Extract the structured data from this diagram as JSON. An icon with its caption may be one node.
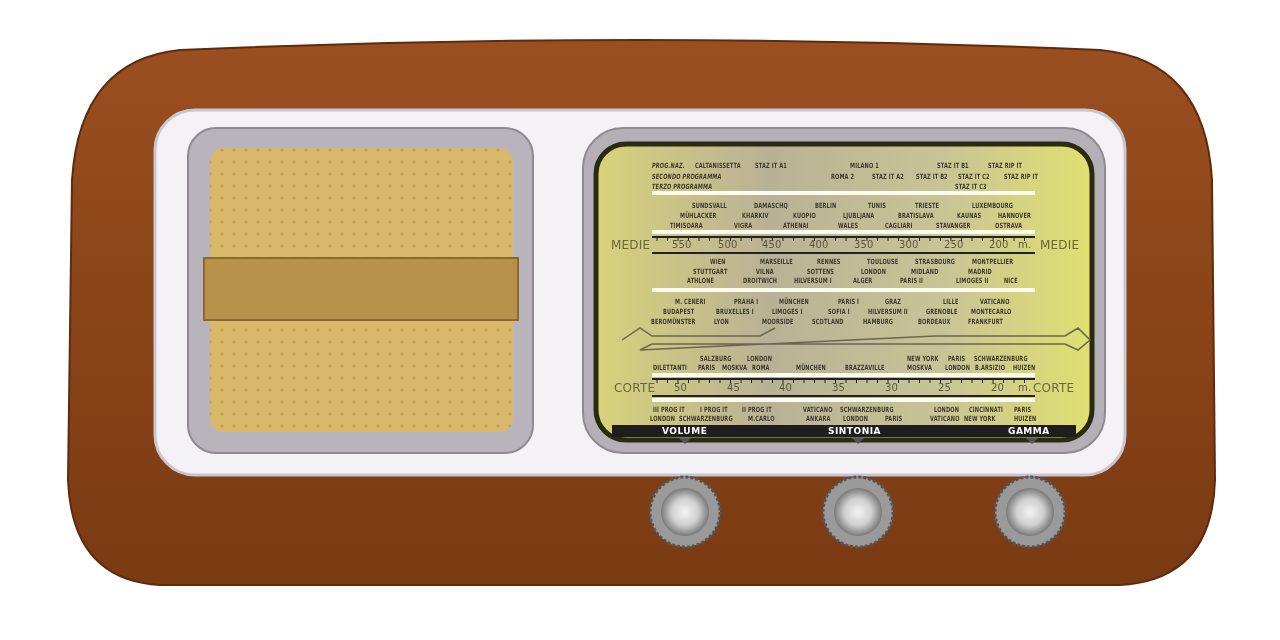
{
  "diagram": {
    "labels": [
      "PROG.NAZ.",
      "CALTANISSETTA",
      "STAZ IT A1",
      "MILANO 1",
      "STAZ IT B1",
      "STAZ RIP IT",
      "SECONDO PROGRAMMA",
      "ROMA 2",
      "STAZ IT A2",
      "STAZ IT B2",
      "STAZ IT C2",
      "STAZ RIP IT",
      "TERZO PROGRAMMA",
      "STAZ IT C3",
      "SUNDSVALL",
      "DAMASCHQ",
      "BERLIN",
      "TUNIS",
      "TRIESTE",
      "LUXEMBOURG",
      "MÜHLACKER",
      "KHARKIV",
      "KUOPIO",
      "LJUBLJANA",
      "BRATISLAVA",
      "KAUNAS",
      "HANNOVER",
      "TIMISOARA",
      "VIGRA",
      "ATHENAI",
      "WALES",
      "CAGLIARI",
      "STAVANGER",
      "OSTRAVA",
      "MEDIE",
      "550",
      "500",
      "450",
      "400",
      "350",
      "300",
      "250",
      "200",
      "m.",
      "MEDIE",
      "WIEN",
      "MARSEILLE",
      "RENNES",
      "TOULOUSE",
      "STRASBOURG",
      "MONTPELLIER",
      "STUTTGART",
      "VILNA",
      "SOTTENS",
      "LONDON",
      "MIDLAND",
      "MADRID",
      "ATHLONE",
      "DROITWICH",
      "HILVERSUM I",
      "ALGER",
      "PARIS II",
      "LIMOGES II",
      "NICE",
      "M. CENERI",
      "PRAHA I",
      "MÜNCHEN",
      "PARIS I",
      "GRAZ",
      "LILLE",
      "VATICANO",
      "BUDAPEST",
      "BRUXELLES I",
      "LIMOGES I",
      "SOFIA I",
      "HILVERSUM II",
      "GRENOBLE",
      "MONTECARLO",
      "BEROMÜNSTER",
      "LYON",
      "MOORSIDE",
      "SCOTLAND",
      "HAMBURG",
      "BORDEAUX",
      "FRANKFURT",
      "SALZBURG",
      "LONDON",
      "NEW YORK",
      "PARIS",
      "SCHWARZENBURG",
      "DILETTANTI",
      "PARIS",
      "MOSKVA",
      "ROMA",
      "MÜNCHEN",
      "BRAZZAVILLE",
      "MOSKVA",
      "LONDON",
      "B.ARSIZIO",
      "HUIZEN",
      "CORTE",
      "50",
      "45",
      "40",
      "35",
      "30",
      "25",
      "20",
      "m.",
      "CORTE",
      "III PROG IT",
      "I PROG IT",
      "II PROG IT",
      "VATICANO",
      "SCHWARZENBURG",
      "LONDON",
      "CINCINNATI",
      "PARIS",
      "LONDON",
      "SCHWARZENBURG",
      "M.CARLO",
      "ANKARA",
      "LONDON",
      "PARIS",
      "VATICANO",
      "NEW YORK",
      "HUIZEN",
      "VOLUME",
      "SINTONIA",
      "GAMMA"
    ]
  }
}
